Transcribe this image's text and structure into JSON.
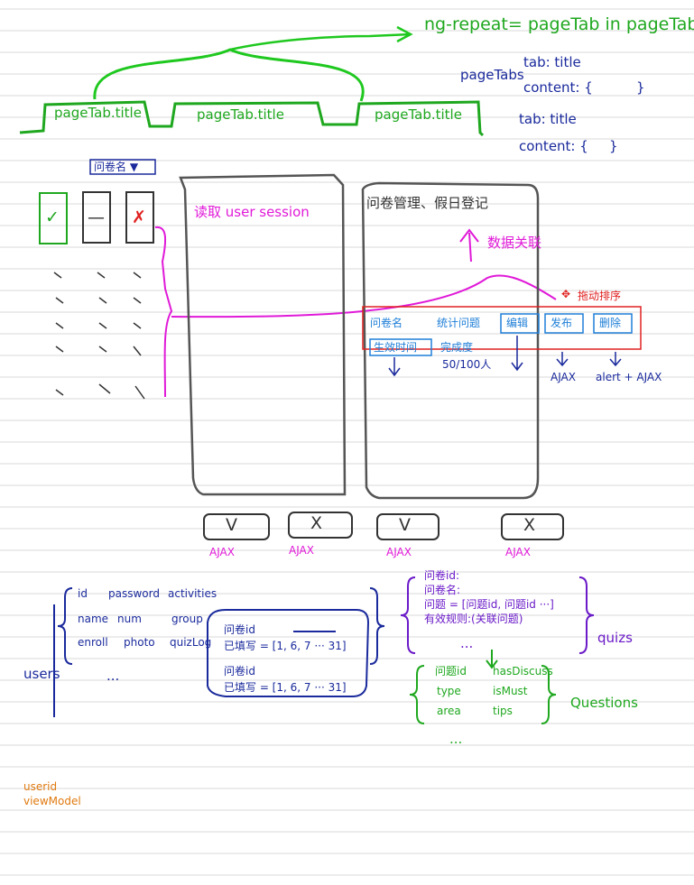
{
  "directive": "ng-repeat= pageTab in pageTabs",
  "page_tabs": {
    "label": "pageTabs",
    "rows": [
      {
        "k1": "tab: title",
        "k2": "content: {",
        "k3": "}"
      },
      {
        "k1": "tab: title",
        "k2": "content: {",
        "k3": "}"
      }
    ]
  },
  "tabs": [
    {
      "title": "pageTab.title"
    },
    {
      "title": "pageTab.title"
    },
    {
      "title": "pageTab.title"
    }
  ],
  "left": {
    "dropdown": "问卷名 ▼",
    "check_marks": [
      "✓",
      "—",
      "✗"
    ]
  },
  "middle": {
    "title": "读取 user session"
  },
  "right": {
    "title": "问卷管理、假日登记",
    "annotation": "数据关联",
    "drag_label": "拖动排序",
    "cells": [
      "问卷名",
      "统计问题",
      "编辑",
      "发布",
      "删除"
    ],
    "cells2": [
      "生效时间",
      "完成度"
    ],
    "progress_text": "50/100人",
    "notes": [
      "AJAX",
      "alert + AJAX"
    ]
  },
  "bottom_buttons": [
    {
      "symbol": "V",
      "label": "AJAX"
    },
    {
      "symbol": "X",
      "label": "AJAX"
    },
    {
      "symbol": "V",
      "label": "AJAX"
    },
    {
      "symbol": "X",
      "label": "AJAX"
    }
  ],
  "users": {
    "label": "users",
    "fields_row1": [
      "id",
      "password",
      "activities"
    ],
    "fields_row2": [
      "name",
      "num",
      "group"
    ],
    "fields_row3": [
      "enroll",
      "photo",
      "quizLog"
    ],
    "quizlog_items": [
      {
        "line1": "问卷id",
        "line2": "已填写 = [1, 6, 7 ··· 31]"
      },
      {
        "line1": "问卷id",
        "line2": "已填写 = [1, 6, 7 ··· 31]"
      }
    ],
    "more": "..."
  },
  "quizs": {
    "label": "quizs",
    "lines": [
      "问卷id:",
      "问卷名:",
      "问题 = [问题id, 问题id ···]",
      "有效规则:(关联问题)"
    ],
    "more": "..."
  },
  "questions": {
    "label": "Questions",
    "fields": [
      [
        "问题id",
        "hasDiscuss"
      ],
      [
        "type",
        "isMust"
      ],
      [
        "area",
        "tips"
      ]
    ],
    "more": "..."
  },
  "footer": {
    "line1": "userid",
    "line2": "viewModel"
  }
}
